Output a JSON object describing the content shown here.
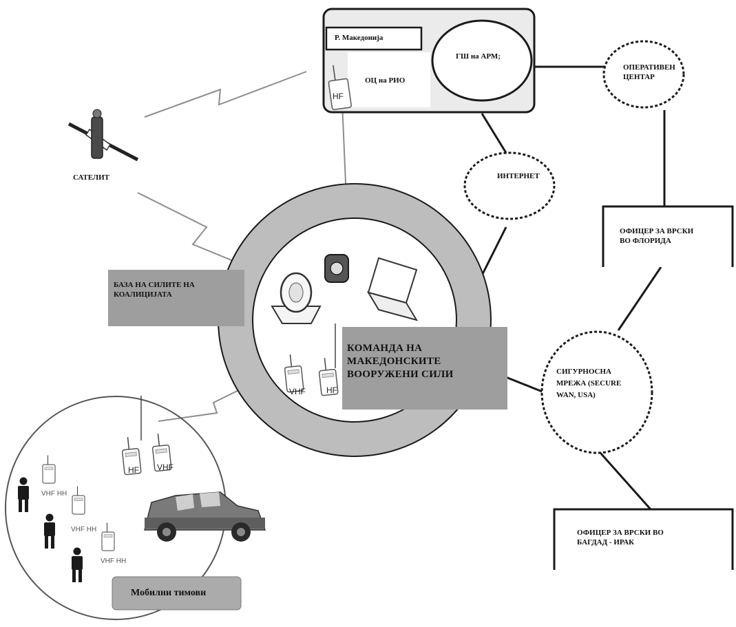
{
  "hq": {
    "country_label": "Р. Македонија",
    "pio_label": "ОЦ на РИО",
    "gs_label": "ГШ на АРМ;",
    "hf_label": "HF"
  },
  "operations_center": {
    "label": "ОПЕРАТИВЕН ЦЕНТАР"
  },
  "internet": {
    "label": "ИНТЕРНЕТ"
  },
  "satellite": {
    "label": "САТЕЛИТ"
  },
  "officer_florida": {
    "label": "ОФИЦЕР ЗА ВРСКИ ВО ФЛОРИДА"
  },
  "coalition_base": {
    "label": "БАЗА НА СИЛИТЕ НА КОАЛИЦИЈАТА"
  },
  "command": {
    "label": "КОМАНДА НА МАКЕДОНСКИТЕ ВООРУЖЕНИ СИЛИ"
  },
  "secure_network": {
    "label": "СИГУРНОСНА МРЕЖА (SECURE WAN, USA)"
  },
  "officer_baghdad": {
    "label": "ОФИЦЕР ЗА ВРСКИ ВО БАГДАД - ИРАК"
  },
  "mobile_teams": {
    "label": "Мобилни тимови"
  },
  "radios": {
    "command_vhf": "VHF",
    "command_hf": "HF",
    "field_hf": "HF",
    "field_vhf": "VHF",
    "soldier_1": "VHF HH",
    "soldier_2": "VHF HH",
    "soldier_3": "VHF HH"
  },
  "colors": {
    "panel_gray": "#9e9e9e",
    "ring_gray": "#bdbdbd",
    "hq_fill": "#ebebeb",
    "line": "#1a1a1a",
    "wireless": "#8c8c8c"
  }
}
